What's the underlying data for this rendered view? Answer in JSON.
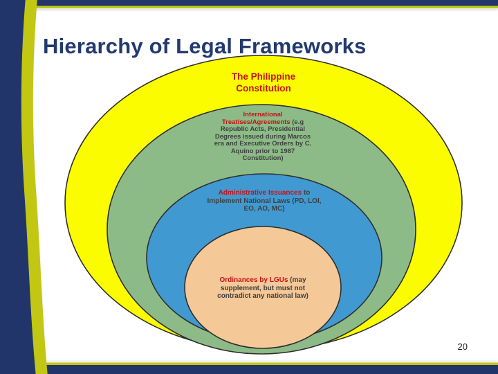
{
  "slide": {
    "title": "Hierarchy of Legal Frameworks",
    "page_number": "20"
  },
  "colors": {
    "title_navy": "#223a6e",
    "frame_navy": "#21356a",
    "frame_accent": "#c2c713",
    "red": "#c41216",
    "dark_text": "#3e4040",
    "outline": "#2e2e2e"
  },
  "diagram": {
    "rings": [
      {
        "id": "constitution",
        "heading": "The Philippine Constitution",
        "rest": "",
        "fill": "#fcfc00"
      },
      {
        "id": "international",
        "heading": "International Treatises/Agreements",
        "rest": " (e.g Republic Acts, Presidential Degrees issued during Marcos era and Executive Orders by C. Aquino prior to 1987 Constitution)",
        "fill": "#8cbb87"
      },
      {
        "id": "administrative",
        "heading": "Administrative Issuances",
        "rest": " to Implement National Laws (PD, LOI, EO, AO, MC)",
        "fill": "#4199d1"
      },
      {
        "id": "ordinances",
        "heading": "Ordinances by LGUs",
        "rest": " (may supplement, but must not contradict any national law)",
        "fill": "#f4c897"
      }
    ]
  }
}
